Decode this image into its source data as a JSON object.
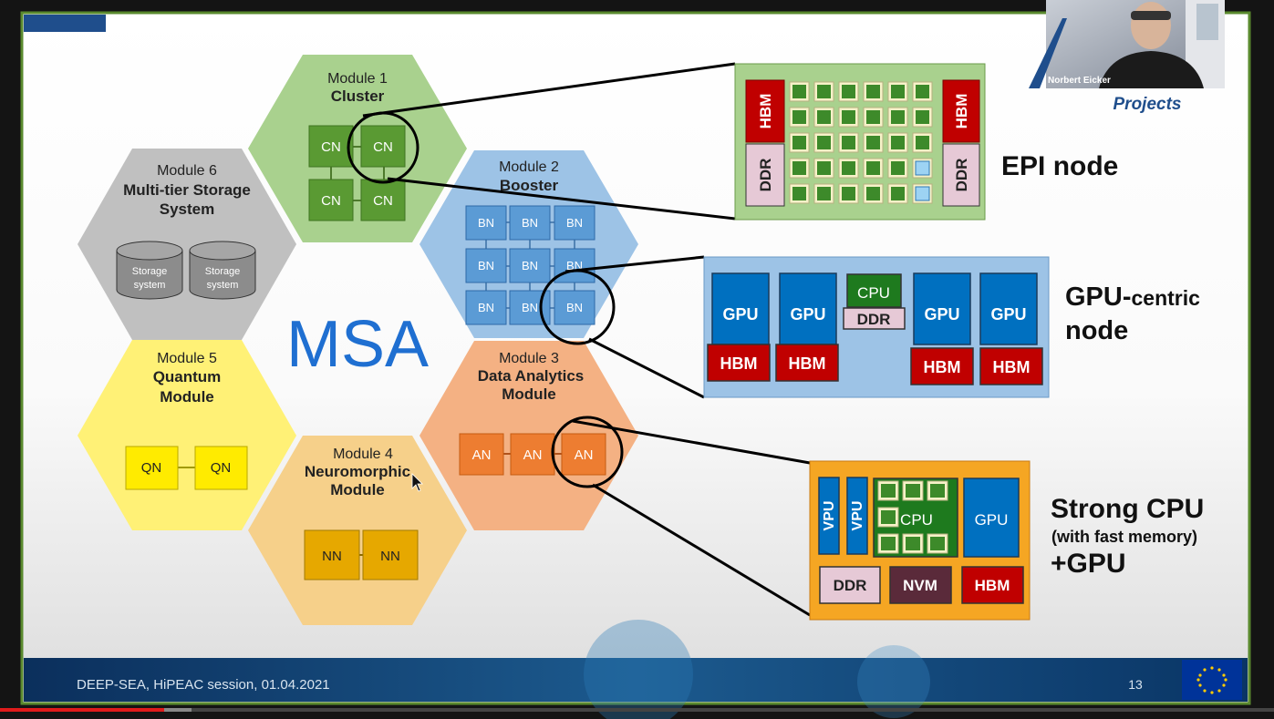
{
  "modules": {
    "m1": {
      "num": "Module 1",
      "name": "Cluster",
      "node": "CN"
    },
    "m2": {
      "num": "Module 2",
      "name": "Booster",
      "node": "BN"
    },
    "m3": {
      "num": "Module 3",
      "name1": "Data Analytics",
      "name2": "Module",
      "node": "AN"
    },
    "m4": {
      "num": "Module 4",
      "name1": "Neuromorphic",
      "name2": "Module",
      "node": "NN"
    },
    "m5": {
      "num": "Module 5",
      "name1": "Quantum",
      "name2": "Module",
      "node": "QN"
    },
    "m6": {
      "num": "Module 6",
      "name1": "Multi-tier Storage",
      "name2": "System",
      "storage1": "Storage",
      "storage2": "system"
    }
  },
  "msa_label": "MSA",
  "epi": {
    "title": "EPI node",
    "hbm": "HBM",
    "ddr": "DDR"
  },
  "gpu_node": {
    "title1": "GPU-",
    "title1_small": "centric",
    "title2": "node",
    "gpu": "GPU",
    "hbm": "HBM",
    "cpu": "CPU",
    "ddr": "DDR"
  },
  "strong": {
    "title1": "Strong CPU",
    "title2": "(with fast memory)",
    "title3": "+GPU",
    "vpu": "VPU",
    "cpu": "CPU",
    "gpu": "GPU",
    "ddr": "DDR",
    "nvm": "NVM",
    "hbm": "HBM"
  },
  "webcam": {
    "name": "Norbert Eicker",
    "caption": "Projects"
  },
  "footer": {
    "text": "DEEP-SEA, HiPEAC session, 01.04.2021",
    "page": "13"
  },
  "colors": {
    "green": "#a8d08d",
    "blue": "#9dc3e6",
    "orange": "#f4b183",
    "yellow": "#fff176",
    "gold": "#f6d08a",
    "grey": "#bfbfbf",
    "msa": "#1f6fd1"
  }
}
